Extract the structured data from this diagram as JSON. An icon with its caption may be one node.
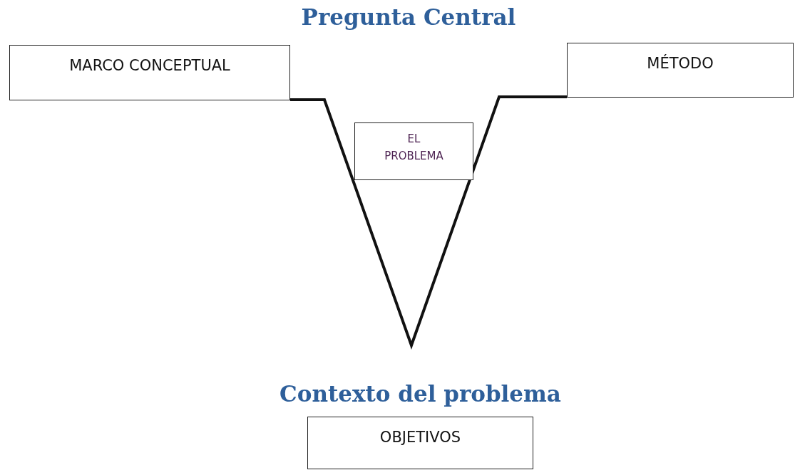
{
  "diagram": {
    "title": "Pregunta Central",
    "nodes": [
      {
        "text": [
          "MARCO CONCEPTUAL"
        ]
      },
      {
        "text": [
          "MÉTODO"
        ]
      },
      {
        "text": [
          "EL PROBLEMA"
        ]
      },
      {
        "text": [
          "OBJETIVOS"
        ],
        "beside": [
          "Contexto del problema"
        ]
      }
    ],
    "edges": [
      {
        "from": 0,
        "to": 1,
        "arrow": "none"
      }
    ]
  }
}
